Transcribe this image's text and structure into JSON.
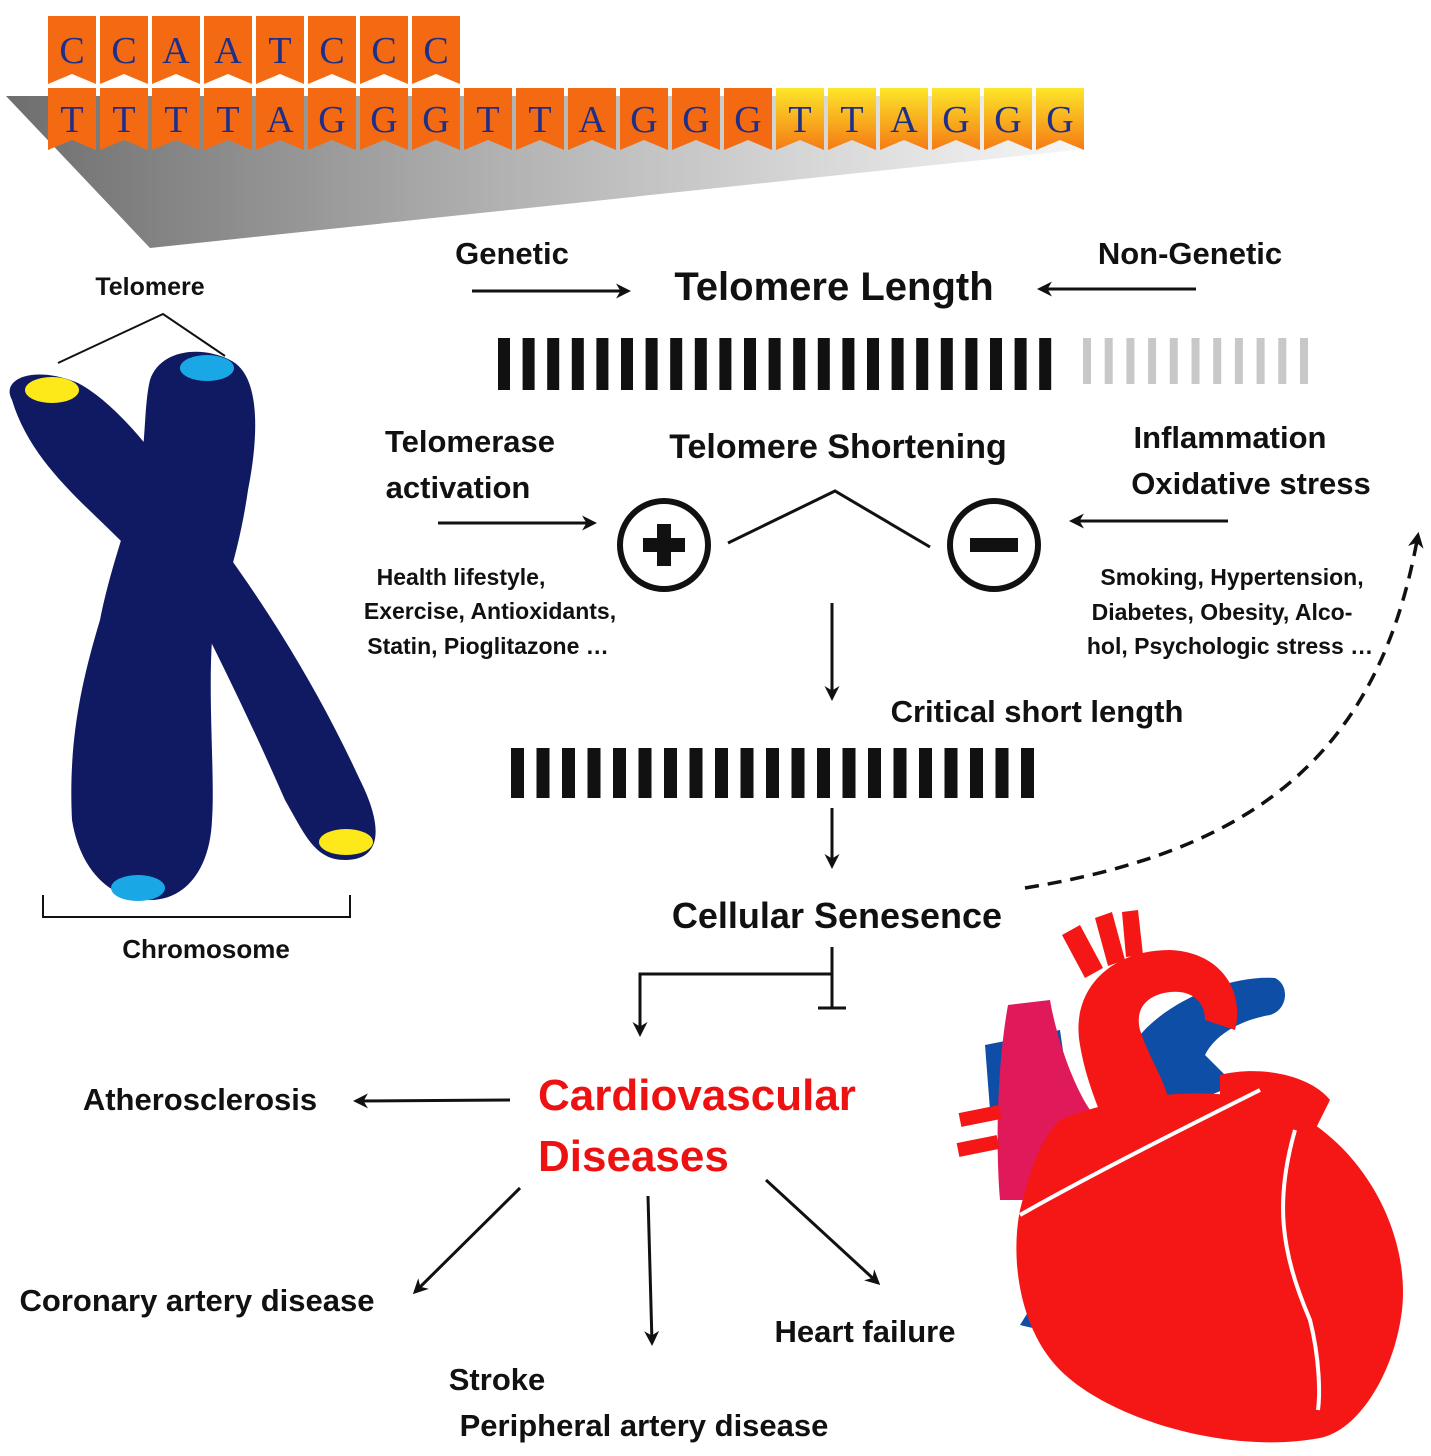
{
  "dna": {
    "top_strand": [
      "C",
      "C",
      "A",
      "A",
      "T",
      "C",
      "C",
      "C"
    ],
    "bottom_strand": [
      "T",
      "T",
      "T",
      "T",
      "A",
      "G",
      "G",
      "G",
      "T",
      "T",
      "A",
      "G",
      "G",
      "G",
      "T",
      "T",
      "A",
      "G",
      "G",
      "G"
    ],
    "tile_color": "#f46a12",
    "tile_gradient_end": "#fce62a",
    "letter_color": "#1c2f8a"
  },
  "chromosome": {
    "telomere_label": "Telomere",
    "chromosome_label": "Chromosome",
    "body_color": "#0f1a62",
    "telomere_colors": [
      "#fde81a",
      "#1aa7e6"
    ]
  },
  "labels": {
    "genetic": "Genetic",
    "non_genetic": "Non-Genetic",
    "telomere_length": "Telomere  Length",
    "telomerase_line1": "Telomerase",
    "telomerase_line2": "activation",
    "telomere_shortening": "Telomere Shortening",
    "inflammation_line1": "Inflammation",
    "inflammation_line2": "Oxidative stress",
    "positive_factors": [
      "Health lifestyle,",
      "Exercise, Antioxidants,",
      "Statin, Pioglitazone …"
    ],
    "negative_factors": [
      "Smoking, Hypertension,",
      "Diabetes, Obesity, Alco-",
      "hol, Psychologic stress …"
    ],
    "critical_short_length": "Critical short length",
    "cellular_senescence": "Cellular Senesence",
    "cvd_line1": "Cardiovascular",
    "cvd_line2": "Diseases",
    "atherosclerosis": "Atherosclerosis",
    "coronary": "Coronary artery disease",
    "stroke": "Stroke",
    "peripheral": "Peripheral artery disease",
    "heart_failure": "Heart failure"
  },
  "symbols": {
    "plus": "plus-circle-icon",
    "minus": "minus-circle-icon"
  },
  "colors": {
    "text": "#111111",
    "cvd_text": "#ee1111",
    "heart_red": "#f51616",
    "heart_blue": "#0f4ea6",
    "heart_pink": "#e0195a",
    "bar_dark": "#111111",
    "bar_faded": "#c8c8c8"
  },
  "telomere_bars": {
    "full_dark_count": 23,
    "full_faded_count": 11,
    "short_count": 21
  }
}
